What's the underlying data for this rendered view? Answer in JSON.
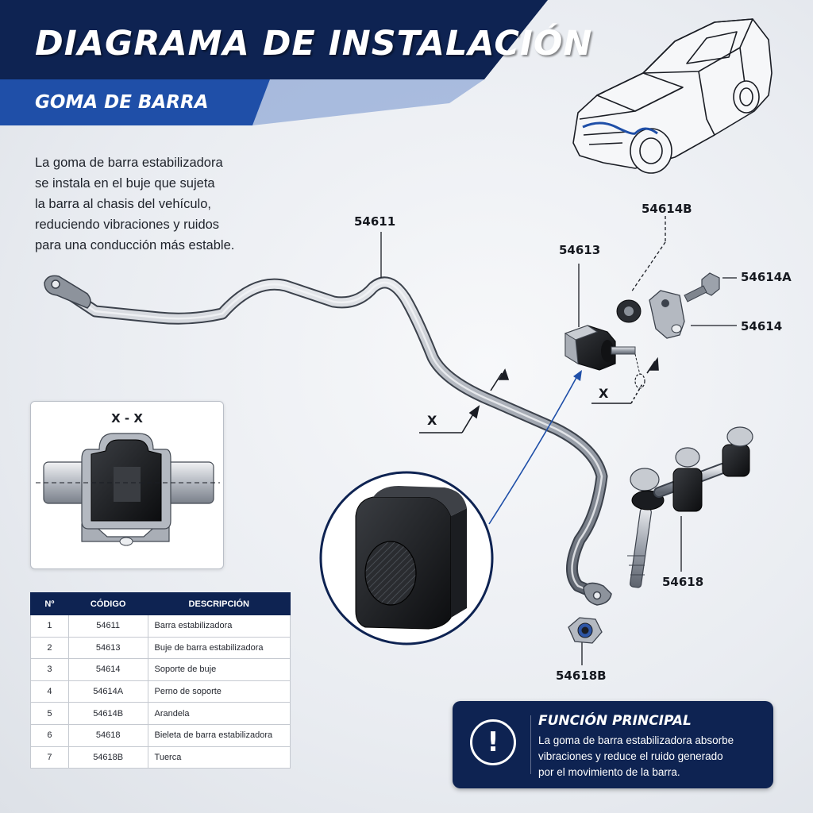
{
  "header": {
    "title": "DIAGRAMA DE INSTALACIÓN",
    "subtitle": "GOMA DE BARRA",
    "colors": {
      "navy": "#0e2352",
      "accent_blue": "#1f4fa8"
    }
  },
  "intro": {
    "line1": "La goma de barra estabilizadora",
    "line2": "se instala en el buje que sujeta",
    "line3": "la barra al chasis del vehículo,",
    "line4": "reduciendo vibraciones y ruidos",
    "line5": "para una conducción más estable."
  },
  "callouts": {
    "bar": "54611",
    "bushing": "54613",
    "washer": "54614B",
    "bolt": "54614A",
    "bracket": "54614",
    "link": "54618",
    "nut": "54618B",
    "section_mark_main": "X",
    "section_mark_detail": "X"
  },
  "section": {
    "title": "X - X"
  },
  "table": {
    "headers": [
      "Nº",
      "CÓDIGO",
      "DESCRIPCIÓN"
    ],
    "rows": [
      {
        "n": "1",
        "code": "54611",
        "desc": "Barra estabilizadora"
      },
      {
        "n": "2",
        "code": "54613",
        "desc": "Buje de barra estabilizadora"
      },
      {
        "n": "3",
        "code": "54614",
        "desc": "Soporte de buje"
      },
      {
        "n": "4",
        "code": "54614A",
        "desc": "Perno de soporte"
      },
      {
        "n": "5",
        "code": "54614B",
        "desc": "Arandela"
      },
      {
        "n": "6",
        "code": "54618",
        "desc": "Bieleta de barra estabilizadora"
      },
      {
        "n": "7",
        "code": "54618B",
        "desc": "Tuerca"
      }
    ]
  },
  "function_box": {
    "icon": "exclamation-icon",
    "title": "FUNCIÓN PRINCIPAL",
    "line1": "La goma de barra estabilizadora absorbe",
    "line2": "vibraciones y reduce el ruido generado",
    "line3": "por el movimiento de la barra."
  }
}
